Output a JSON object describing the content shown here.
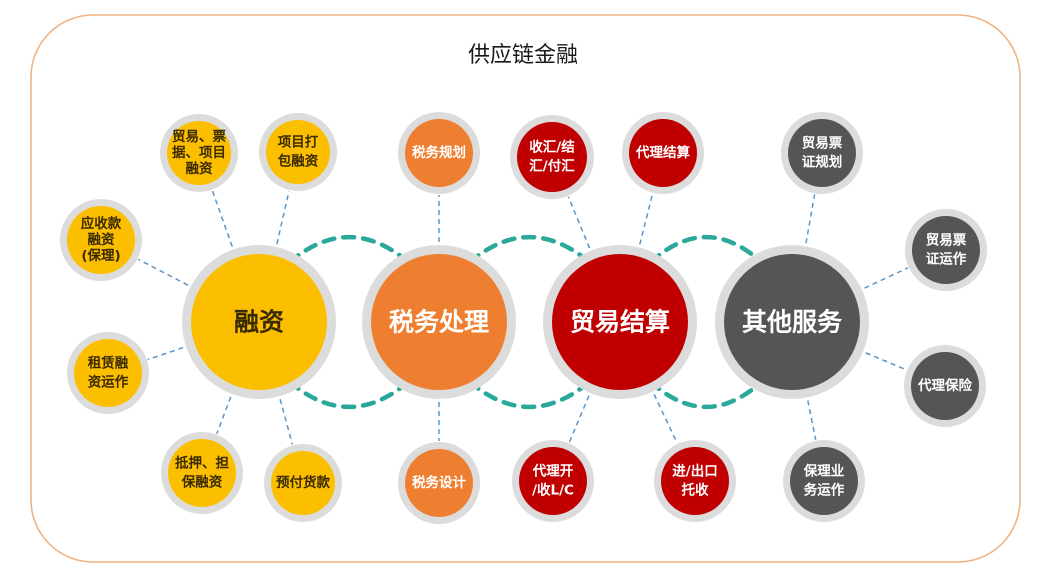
{
  "title": "供应链金融",
  "colors": {
    "frame": "#f0b483",
    "ring": "#dcdcdc",
    "connector_dash": "#5b95c7",
    "arc_dash": "#2aa89a",
    "yellow": "#fcbf00",
    "orange": "#ef7f30",
    "red": "#c00000",
    "gray": "#555555",
    "text_dark": "#3a2a00",
    "text_light": "#ffffff"
  },
  "hubs": [
    {
      "id": "financing",
      "label": "融资",
      "color": "yellow",
      "satellites": [
        {
          "lines": [
            "贸易、票",
            "据、项目",
            "融资"
          ]
        },
        {
          "lines": [
            "项目打",
            "包融资"
          ]
        },
        {
          "lines": [
            "应收款",
            "融资",
            "(保理)"
          ]
        },
        {
          "lines": [
            "租赁融",
            "资运作"
          ]
        },
        {
          "lines": [
            "抵押、担",
            "保融资"
          ]
        },
        {
          "lines": [
            "预付货款"
          ]
        }
      ]
    },
    {
      "id": "tax",
      "label": "税务处理",
      "color": "orange",
      "satellites": [
        {
          "lines": [
            "税务规划"
          ]
        },
        {
          "lines": [
            "税务设计"
          ]
        }
      ]
    },
    {
      "id": "settlement",
      "label": "贸易结算",
      "color": "red",
      "satellites": [
        {
          "lines": [
            "收汇/结",
            "汇/付汇"
          ]
        },
        {
          "lines": [
            "代理结算"
          ]
        },
        {
          "lines": [
            "代理开",
            "/收L/C"
          ]
        },
        {
          "lines": [
            "进/出口",
            "托收"
          ]
        }
      ]
    },
    {
      "id": "other",
      "label": "其他服务",
      "color": "gray",
      "satellites": [
        {
          "lines": [
            "贸易票",
            "证规划"
          ]
        },
        {
          "lines": [
            "贸易票",
            "证运作"
          ]
        },
        {
          "lines": [
            "代理保险"
          ]
        },
        {
          "lines": [
            "保理业",
            "务运作"
          ]
        }
      ]
    }
  ]
}
